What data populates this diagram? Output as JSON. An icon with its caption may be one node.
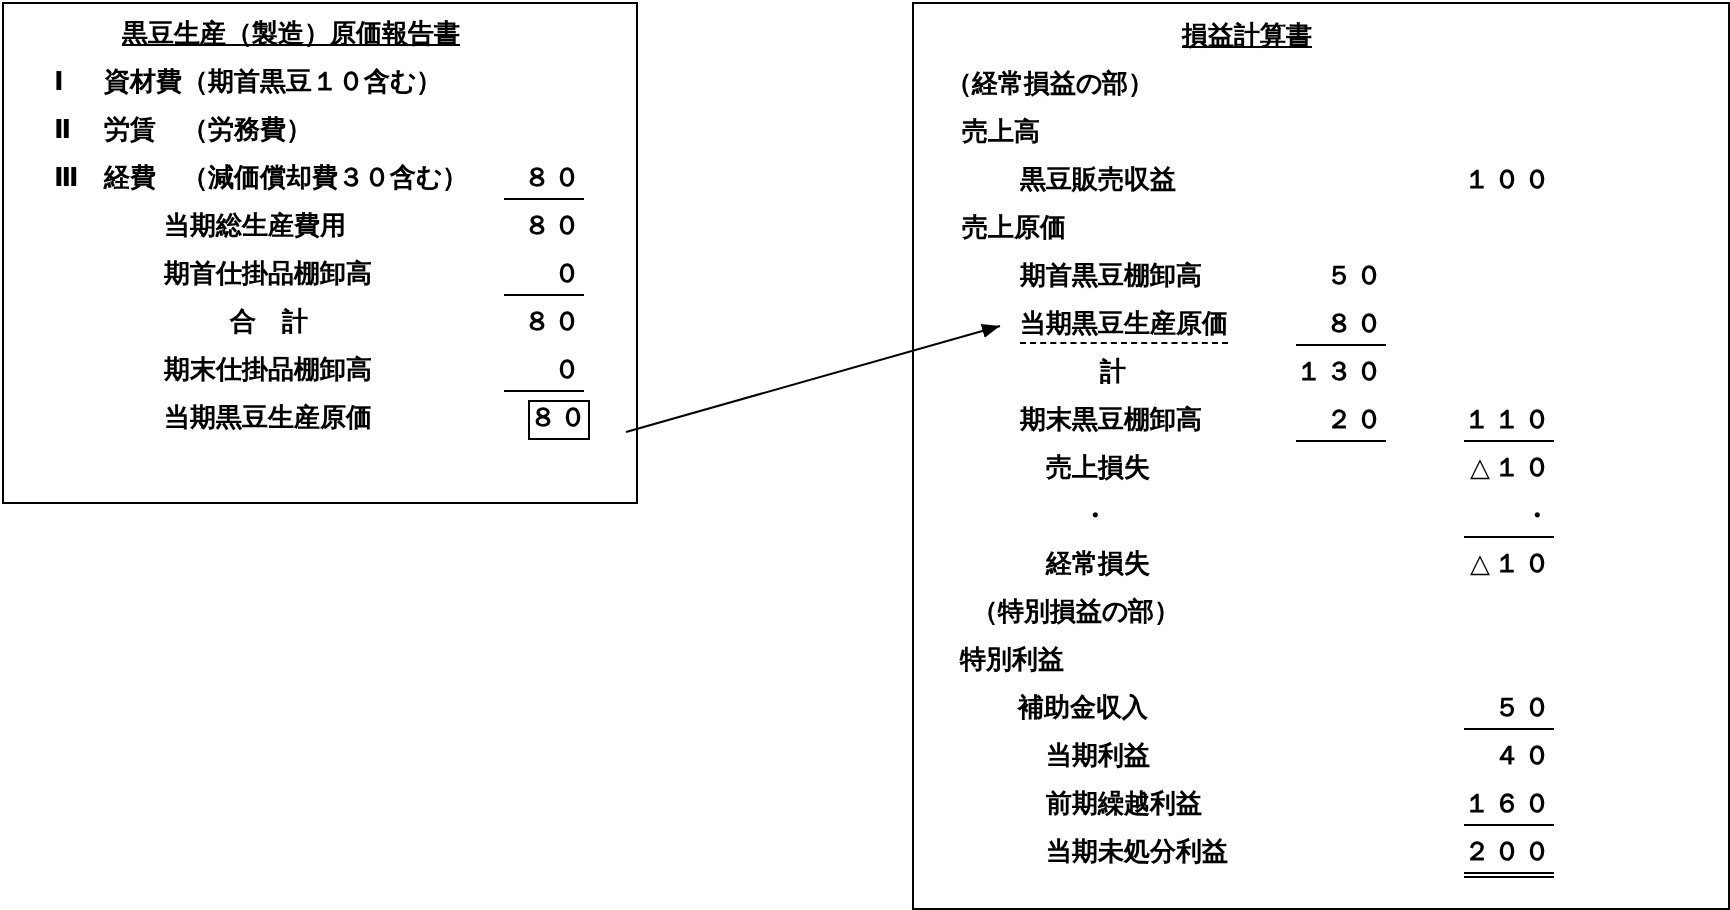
{
  "diagram": {
    "nodes": [
      {
        "text": [
          "黒豆生産（製造）原価報告書"
        ]
      },
      {
        "text": [
          "８０"
        ],
        "in": 0
      },
      {
        "text": [
          "損益計算書"
        ]
      },
      {
        "text": [
          "当期黒豆生産原価"
        ],
        "in": 2
      }
    ],
    "edges": [
      {
        "from": 1,
        "to": 3,
        "arrow": "to"
      }
    ],
    "labels": [
      "Ⅰ",
      "資材費（期首黒豆１０含む）",
      "Ⅱ",
      "労賃　（労務費）",
      "Ⅲ",
      "経費　（減価償却費３０含む）",
      "８０",
      "当期総生産費用",
      "８０",
      "期首仕掛品棚卸高",
      "０",
      "合　計",
      "８０",
      "期末仕掛品棚卸高",
      "０",
      "当期黒豆生産原価",
      "（経常損益の部）",
      "売上高",
      "黒豆販売収益",
      "１００",
      "売上原価",
      "期首黒豆棚卸高",
      "５０",
      "８０",
      "計",
      "１３０",
      "期末黒豆棚卸高",
      "２０",
      "１１０",
      "売上損失",
      "△１０",
      "・",
      "・",
      "経常損失",
      "△１０",
      "（特別損益の部）",
      "特別利益",
      "補助金収入",
      "５０",
      "当期利益",
      "４０",
      "前期繰越利益",
      "１６０",
      "当期未処分利益",
      "２００"
    ]
  }
}
